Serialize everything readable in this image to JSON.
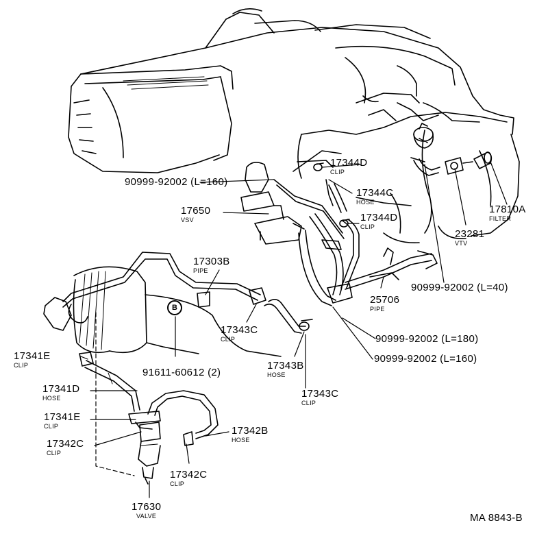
{
  "colors": {
    "line": "#000000",
    "background": "#ffffff"
  },
  "drawing_id": "MA 8843-B",
  "callout_b": "B",
  "parts": [
    {
      "id": "p1",
      "number": "90999-92002",
      "suffix": "(L=160)",
      "name": ""
    },
    {
      "id": "p2",
      "number": "17650",
      "name": "VSV"
    },
    {
      "id": "p3",
      "number": "17344D",
      "name": "CLIP"
    },
    {
      "id": "p4",
      "number": "17344C",
      "name": "HOSE"
    },
    {
      "id": "p5",
      "number": "17344D",
      "name": "CLIP"
    },
    {
      "id": "p6",
      "number": "17810A",
      "name": "FILTER"
    },
    {
      "id": "p7",
      "number": "23281",
      "name": "VTV"
    },
    {
      "id": "p8",
      "number": "90999-92002",
      "suffix": "(L=40)",
      "name": ""
    },
    {
      "id": "p9",
      "number": "17303B",
      "name": "PIPE"
    },
    {
      "id": "p10",
      "number": "25706",
      "name": "PIPE"
    },
    {
      "id": "p11",
      "number": "17343C",
      "name": "CLIP"
    },
    {
      "id": "p12",
      "number": "90999-92002",
      "suffix": "(L=180)",
      "name": ""
    },
    {
      "id": "p13",
      "number": "90999-92002",
      "suffix": "(L=160)",
      "name": ""
    },
    {
      "id": "p14",
      "number": "17341E",
      "name": "CLIP"
    },
    {
      "id": "p15",
      "number": "91611-60612",
      "suffix": "(2)",
      "name": ""
    },
    {
      "id": "p16",
      "number": "17343B",
      "name": "HOSE"
    },
    {
      "id": "p17",
      "number": "17341D",
      "name": "HOSE"
    },
    {
      "id": "p18",
      "number": "17343C",
      "name": "CLIP"
    },
    {
      "id": "p19",
      "number": "17341E",
      "name": "CLIP"
    },
    {
      "id": "p20",
      "number": "17342B",
      "name": "HOSE"
    },
    {
      "id": "p21",
      "number": "17342C",
      "name": "CLIP"
    },
    {
      "id": "p22",
      "number": "17342C",
      "name": "CLIP"
    },
    {
      "id": "p23",
      "number": "17630",
      "name": "VALVE"
    }
  ]
}
